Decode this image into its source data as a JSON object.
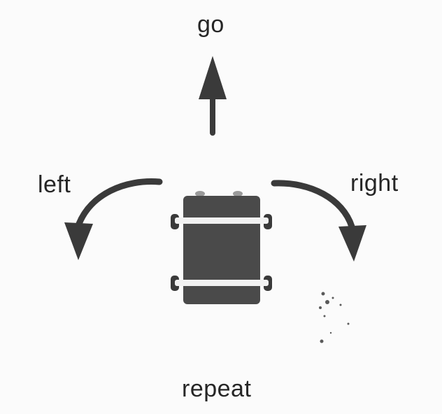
{
  "labels": {
    "go": "go",
    "left": "left",
    "right": "right",
    "repeat": "repeat"
  },
  "colors": {
    "ink": "#262626",
    "arrow": "#3a3a3a",
    "robot_body": "#4a4a4a",
    "robot_band": "#f2f2f2",
    "paper": "#fbfbfb"
  },
  "icons": [
    "go-arrow-icon",
    "left-turn-arrow-icon",
    "right-turn-arrow-icon",
    "robot-icon"
  ]
}
